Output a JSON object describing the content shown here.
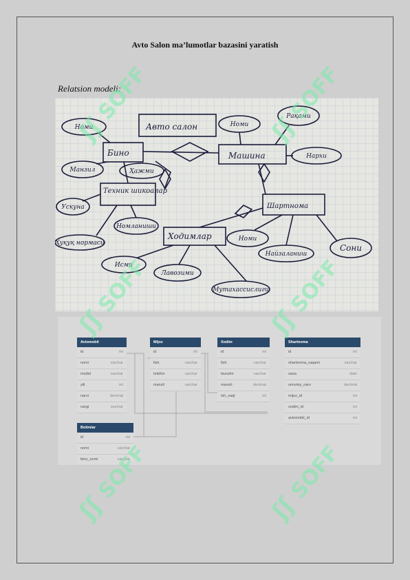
{
  "title": "Avto Salon ma’lumotlar bazasini yaratish",
  "subtitle": "Relatsion modeli:",
  "sketch": {
    "top_box": "Авто салон",
    "entities": [
      "Бино",
      "Машина",
      "Техник шикоалар",
      "Ходимлар",
      "Шартнома"
    ],
    "attributes": [
      "Номи",
      "Манзил",
      "Ҳажми",
      "Номи",
      "Рақами",
      "Нархи",
      "Ускуна",
      "Номланиши",
      "Ҳуқуқ нормаси",
      "Исми",
      "Лавозими",
      "Мутахассислиги",
      "Номи",
      "Найзаланиш",
      "Сони"
    ]
  },
  "schema": {
    "tables": [
      {
        "name": "Avtomobil",
        "rows": [
          [
            "id",
            "int"
          ],
          [
            "nomi",
            "varchar"
          ],
          [
            "model",
            "varchar"
          ],
          [
            "yili",
            "int"
          ],
          [
            "narxi",
            "decimal"
          ],
          [
            "rangi",
            "varchar"
          ]
        ]
      },
      {
        "name": "Mijoz",
        "rows": [
          [
            "id",
            "int"
          ],
          [
            "fish",
            "varchar"
          ],
          [
            "telefon",
            "varchar"
          ],
          [
            "manzil",
            "varchar"
          ]
        ]
      },
      {
        "name": "Xodim",
        "rows": [
          [
            "id",
            "int"
          ],
          [
            "fish",
            "varchar"
          ],
          [
            "lavozim",
            "varchar"
          ],
          [
            "maosh",
            "decimal"
          ],
          [
            "ish_vaqt",
            "int"
          ]
        ]
      },
      {
        "name": "Shartnoma",
        "rows": [
          [
            "id",
            "int"
          ],
          [
            "shartnoma_raqami",
            "varchar"
          ],
          [
            "sana",
            "date"
          ],
          [
            "umumiy_narx",
            "decimal"
          ],
          [
            "mijoz_id",
            "int"
          ],
          [
            "xodim_id",
            "int"
          ],
          [
            "avtomobil_id",
            "int"
          ]
        ]
      },
      {
        "name": "Bolimlar",
        "rows": [
          [
            "id",
            "int"
          ],
          [
            "nomi",
            "varchar"
          ],
          [
            "bino_nomi",
            "varchar"
          ]
        ]
      }
    ]
  },
  "watermark": "SOFF",
  "colors": {
    "header": "#2b4a6b",
    "watermark": "#78ebaa",
    "background": "#cfcfcf"
  }
}
